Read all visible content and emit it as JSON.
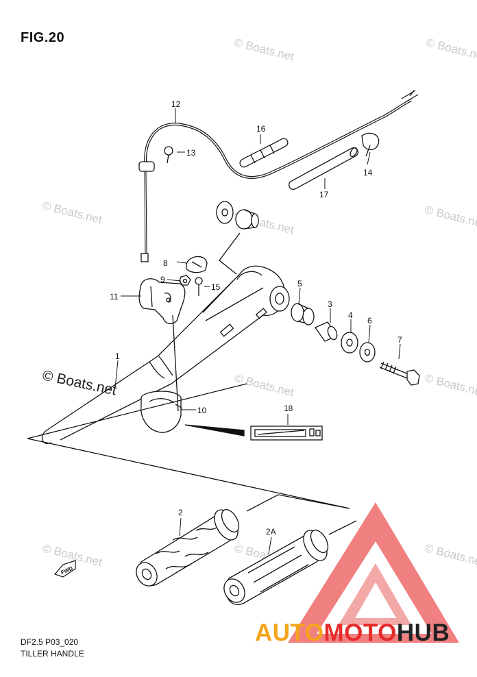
{
  "figure": {
    "title": "FIG.20",
    "model_code": "DF2.5 P03_020",
    "caption": "TILLER HANDLE"
  },
  "watermark": {
    "text": "© Boats.net"
  },
  "callouts": {
    "c1": "1",
    "c2": "2",
    "c2a": "2A",
    "c3": "3",
    "c4": "4",
    "c5": "5",
    "c6": "6",
    "c7": "7",
    "c8": "8",
    "c9": "9",
    "c10": "10",
    "c11": "11",
    "c12": "12",
    "c13": "13",
    "c14": "14",
    "c15": "15",
    "c16": "16",
    "c17": "17",
    "c18": "18"
  },
  "fwd_label": "FWD",
  "brand": {
    "part1": "AUTO",
    "part2": "MOTO",
    "part3": "HUB",
    "color1": "#f4a51c",
    "color2": "#e62b2b",
    "color3": "#222222"
  }
}
